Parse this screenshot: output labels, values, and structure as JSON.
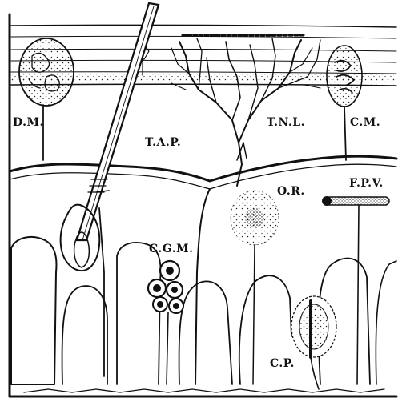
{
  "labels": {
    "dm": "D.M.",
    "tap": "T.A.P.",
    "tnl": "T.N.L.",
    "cm": "C.M.",
    "or": "O.R.",
    "fpv": "F.P.V.",
    "cgm": "C.G.M.",
    "cp": "C.P."
  },
  "colors": {
    "ink": "#111111",
    "paper": "#ffffff"
  }
}
